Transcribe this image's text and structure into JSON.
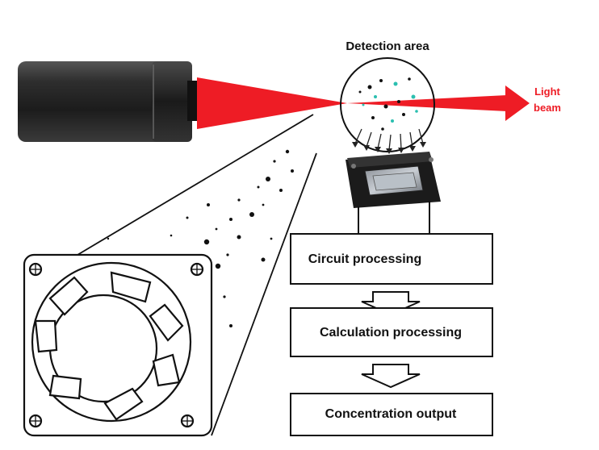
{
  "detection_area": {
    "label": "Detection area"
  },
  "light_beam": {
    "label_line1": "Light",
    "label_line2": "beam",
    "color": "#ee1c25"
  },
  "flow": {
    "steps": [
      "Circuit processing",
      "Calculation processing",
      "Concentration output"
    ]
  },
  "components": {
    "laser": {
      "icon": "laser-emitter-icon",
      "body_color": "#2a2a2a"
    },
    "sensor": {
      "icon": "photodetector-chip-icon"
    },
    "fan": {
      "icon": "cooling-fan-icon"
    }
  }
}
